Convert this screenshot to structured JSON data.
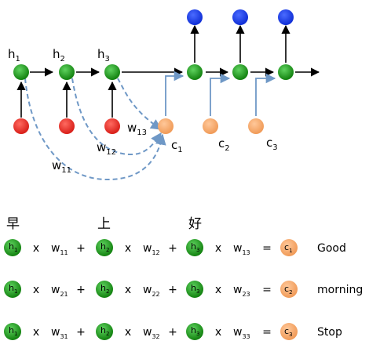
{
  "network": {
    "hidden_labels": [
      {
        "base": "h",
        "sub": "1"
      },
      {
        "base": "h",
        "sub": "2"
      },
      {
        "base": "h",
        "sub": "3"
      }
    ],
    "context_labels": [
      {
        "base": "c",
        "sub": "1"
      },
      {
        "base": "c",
        "sub": "2"
      },
      {
        "base": "c",
        "sub": "3"
      }
    ],
    "attention_weights": [
      {
        "base": "w",
        "sub": "13"
      },
      {
        "base": "w",
        "sub": "12"
      },
      {
        "base": "w",
        "sub": "11"
      }
    ]
  },
  "characters": [
    "早",
    "上",
    "好"
  ],
  "equations": [
    {
      "terms": [
        {
          "h": "h",
          "hs": "1",
          "w": "w",
          "ws": "11"
        },
        {
          "h": "h",
          "hs": "2",
          "w": "w",
          "ws": "12"
        },
        {
          "h": "h",
          "hs": "3",
          "w": "w",
          "ws": "13"
        }
      ],
      "c": "c",
      "cs": "1",
      "word": "Good",
      "word_color": "#000000"
    },
    {
      "terms": [
        {
          "h": "h",
          "hs": "1",
          "w": "w",
          "ws": "21"
        },
        {
          "h": "h",
          "hs": "2",
          "w": "w",
          "ws": "22"
        },
        {
          "h": "h",
          "hs": "3",
          "w": "w",
          "ws": "23"
        }
      ],
      "c": "c",
      "cs": "2",
      "word": "morning",
      "word_color": "#000000"
    },
    {
      "terms": [
        {
          "h": "h",
          "hs": "1",
          "w": "w",
          "ws": "31"
        },
        {
          "h": "h",
          "hs": "2",
          "w": "w",
          "ws": "32"
        },
        {
          "h": "h",
          "hs": "3",
          "w": "w",
          "ws": "33"
        }
      ],
      "c": "c",
      "cs": "3",
      "word": "Stop",
      "word_color": "#e8312a"
    }
  ],
  "symbols": {
    "times": "x",
    "plus": "+",
    "equals": "="
  },
  "colors": {
    "green": "#1a9a1a",
    "red": "#ee2a24",
    "blue": "#1a3df0",
    "orange": "#f5a86a",
    "attention": "#6f98c6"
  }
}
